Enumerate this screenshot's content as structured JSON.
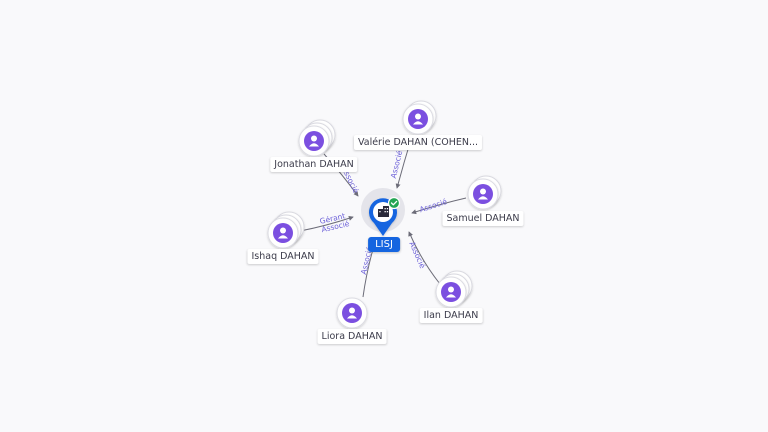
{
  "colors": {
    "person_accent": "#7b4fe0",
    "company_accent": "#1565e0",
    "edge": "#6c6c78",
    "edge_label": "#6b5fd8",
    "check_badge": "#23a553"
  },
  "center": {
    "label": "LISJ",
    "icon": "building-icon",
    "badge_icon": "check-icon"
  },
  "nodes": [
    {
      "id": "valerie",
      "label": "Valérie DAHAN (COHEN...",
      "icon": "person-icon",
      "stack": 2
    },
    {
      "id": "jonathan",
      "label": "Jonathan DAHAN",
      "icon": "person-icon",
      "stack": 3
    },
    {
      "id": "samuel",
      "label": "Samuel DAHAN",
      "icon": "person-icon",
      "stack": 2
    },
    {
      "id": "ishaq",
      "label": "Ishaq DAHAN",
      "icon": "person-icon",
      "stack": 3
    },
    {
      "id": "ilan",
      "label": "Ilan DAHAN",
      "icon": "person-icon",
      "stack": 3
    },
    {
      "id": "liora",
      "label": "Liora DAHAN",
      "icon": "person-icon",
      "stack": 1
    }
  ],
  "edges": [
    {
      "from": "valerie",
      "labels": [
        "Associé"
      ]
    },
    {
      "from": "jonathan",
      "labels": [
        "Associé"
      ]
    },
    {
      "from": "samuel",
      "labels": [
        "Associé"
      ]
    },
    {
      "from": "ishaq",
      "labels": [
        "Gérant",
        "Associé"
      ]
    },
    {
      "from": "ilan",
      "labels": [
        "Associé"
      ]
    },
    {
      "from": "liora",
      "labels": [
        "Associé"
      ]
    }
  ]
}
